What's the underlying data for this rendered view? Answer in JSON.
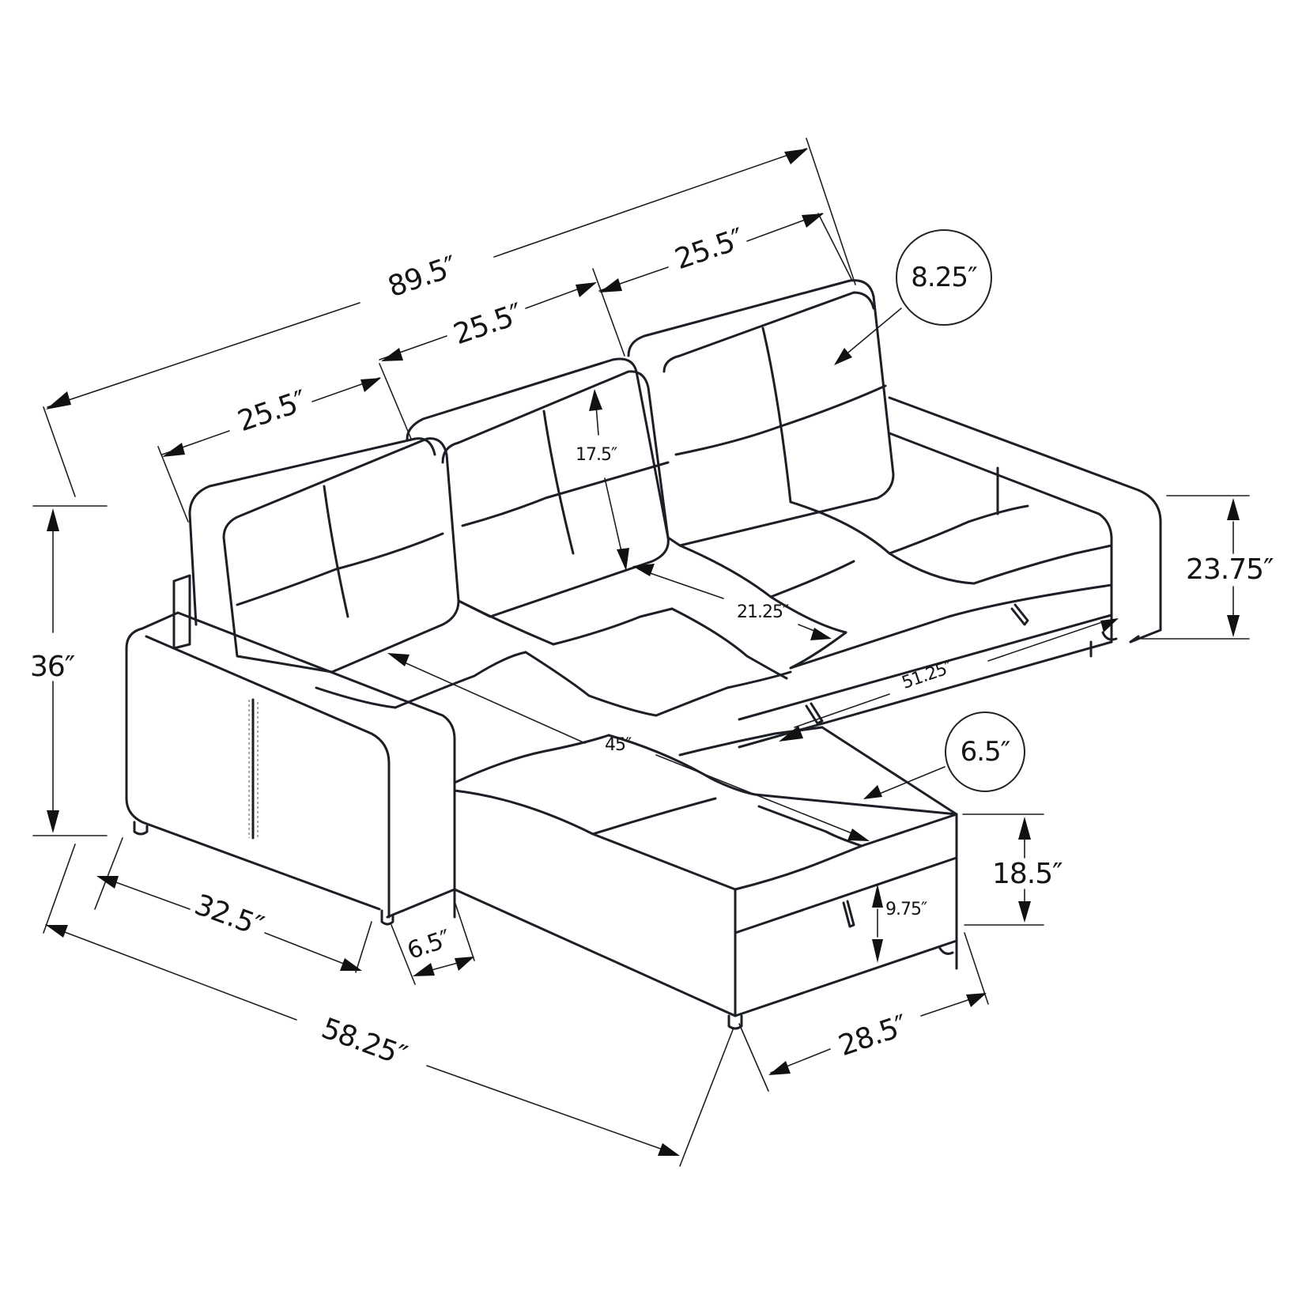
{
  "diagram": {
    "subject": "L-shaped sectional sofa with chaise - dimension drawing",
    "line_color": "#1c1f26",
    "background": "#ffffff"
  },
  "dimensions": {
    "overall_width": "89.5″",
    "back_cushion_left_width": "25.5″",
    "back_cushion_middle_width": "25.5″",
    "back_cushion_right_width": "25.5″",
    "back_cushion_thickness": "8.25″",
    "back_cushion_height": "17.5″",
    "seat_depth": "21.25″",
    "seat_width_main": "51.25″",
    "arm_height": "23.75″",
    "overall_height": "36″",
    "chaise_seat_length": "45″",
    "chaise_cushion_thickness": "6.5″",
    "seat_height": "18.5″",
    "under_clearance": "9.75″",
    "arm_depth": "32.5″",
    "arm_width": "6.5″",
    "overall_depth": "58.25″",
    "chaise_width": "28.5″"
  }
}
